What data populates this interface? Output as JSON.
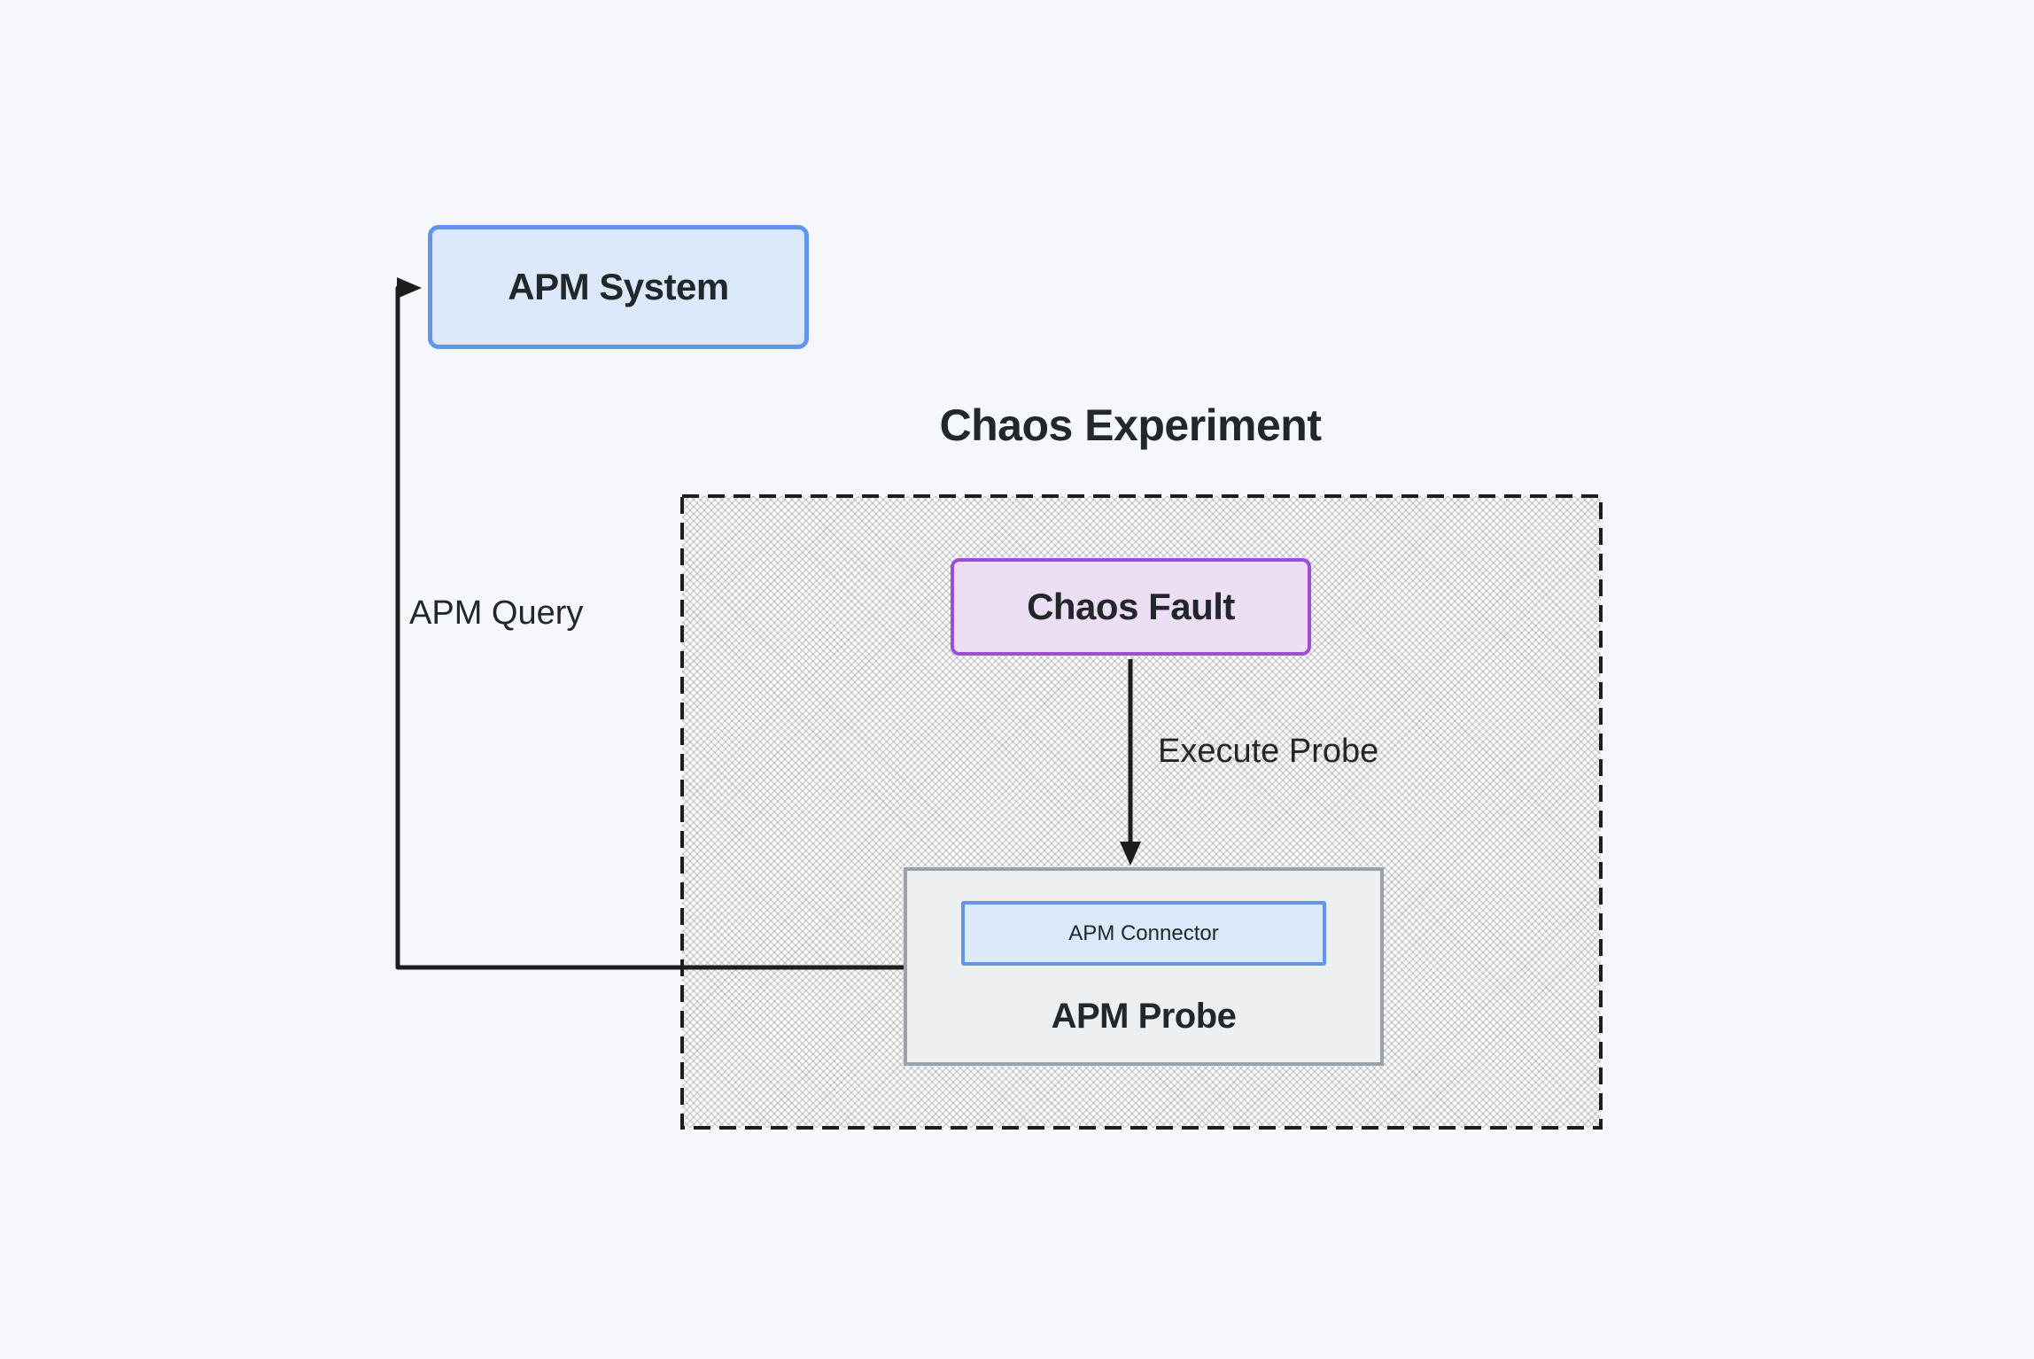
{
  "colors": {
    "canvas_bg": "#f5f7fa",
    "text": "#21272a",
    "line": "#1d1d1d",
    "blue_fill": "#dbe9fa",
    "blue_border": "#6096ec",
    "purple_fill": "#ecdff5",
    "purple_border": "#9e4ed6",
    "gray_fill": "#edeff1",
    "gray_border": "#99a2ab",
    "hatch_bg": "#fcfcfd"
  },
  "diagram": {
    "title": "Chaos Experiment",
    "nodes": {
      "apm_system": {
        "label": "APM System"
      },
      "chaos_fault": {
        "label": "Chaos Fault"
      },
      "apm_connector": {
        "label": "APM Connector"
      },
      "apm_probe": {
        "label": "APM Probe"
      }
    },
    "edges": {
      "apm_query": {
        "label": "APM Query"
      },
      "execute_probe": {
        "label": "Execute Probe"
      }
    }
  }
}
